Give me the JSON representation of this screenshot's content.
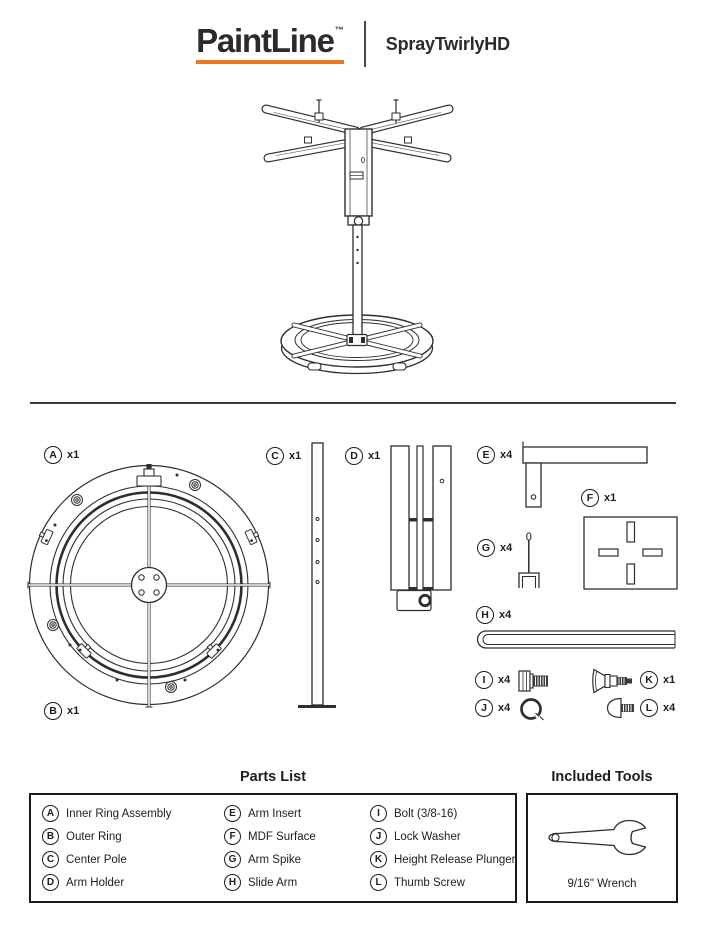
{
  "header": {
    "brand": "PaintLine",
    "trademark": "™",
    "product": "SprayTwirlyHD"
  },
  "diagram": {
    "labels": [
      {
        "letter": "A",
        "count": "x1"
      },
      {
        "letter": "B",
        "count": "x1"
      },
      {
        "letter": "C",
        "count": "x1"
      },
      {
        "letter": "D",
        "count": "x1"
      },
      {
        "letter": "E",
        "count": "x4"
      },
      {
        "letter": "F",
        "count": "x1"
      },
      {
        "letter": "G",
        "count": "x4"
      },
      {
        "letter": "H",
        "count": "x4"
      },
      {
        "letter": "I",
        "count": "x4"
      },
      {
        "letter": "J",
        "count": "x4"
      },
      {
        "letter": "K",
        "count": "x1"
      },
      {
        "letter": "L",
        "count": "x4"
      }
    ]
  },
  "parts_list": {
    "title": "Parts List",
    "items": [
      {
        "letter": "A",
        "name": "Inner Ring Assembly"
      },
      {
        "letter": "B",
        "name": "Outer Ring"
      },
      {
        "letter": "C",
        "name": "Center Pole"
      },
      {
        "letter": "D",
        "name": "Arm Holder"
      },
      {
        "letter": "E",
        "name": "Arm Insert"
      },
      {
        "letter": "F",
        "name": "MDF Surface"
      },
      {
        "letter": "G",
        "name": "Arm Spike"
      },
      {
        "letter": "H",
        "name": "Slide Arm"
      },
      {
        "letter": "I",
        "name": "Bolt (3/8-16)"
      },
      {
        "letter": "J",
        "name": "Lock Washer"
      },
      {
        "letter": "K",
        "name": "Height Release Plunger"
      },
      {
        "letter": "L",
        "name": "Thumb Screw"
      }
    ]
  },
  "included_tools": {
    "title": "Included Tools",
    "items": [
      {
        "name": "9/16\" Wrench",
        "icon": "wrench-icon"
      }
    ]
  },
  "colors": {
    "accent_orange": "#EE7623",
    "ink": "#2B2B2B"
  }
}
